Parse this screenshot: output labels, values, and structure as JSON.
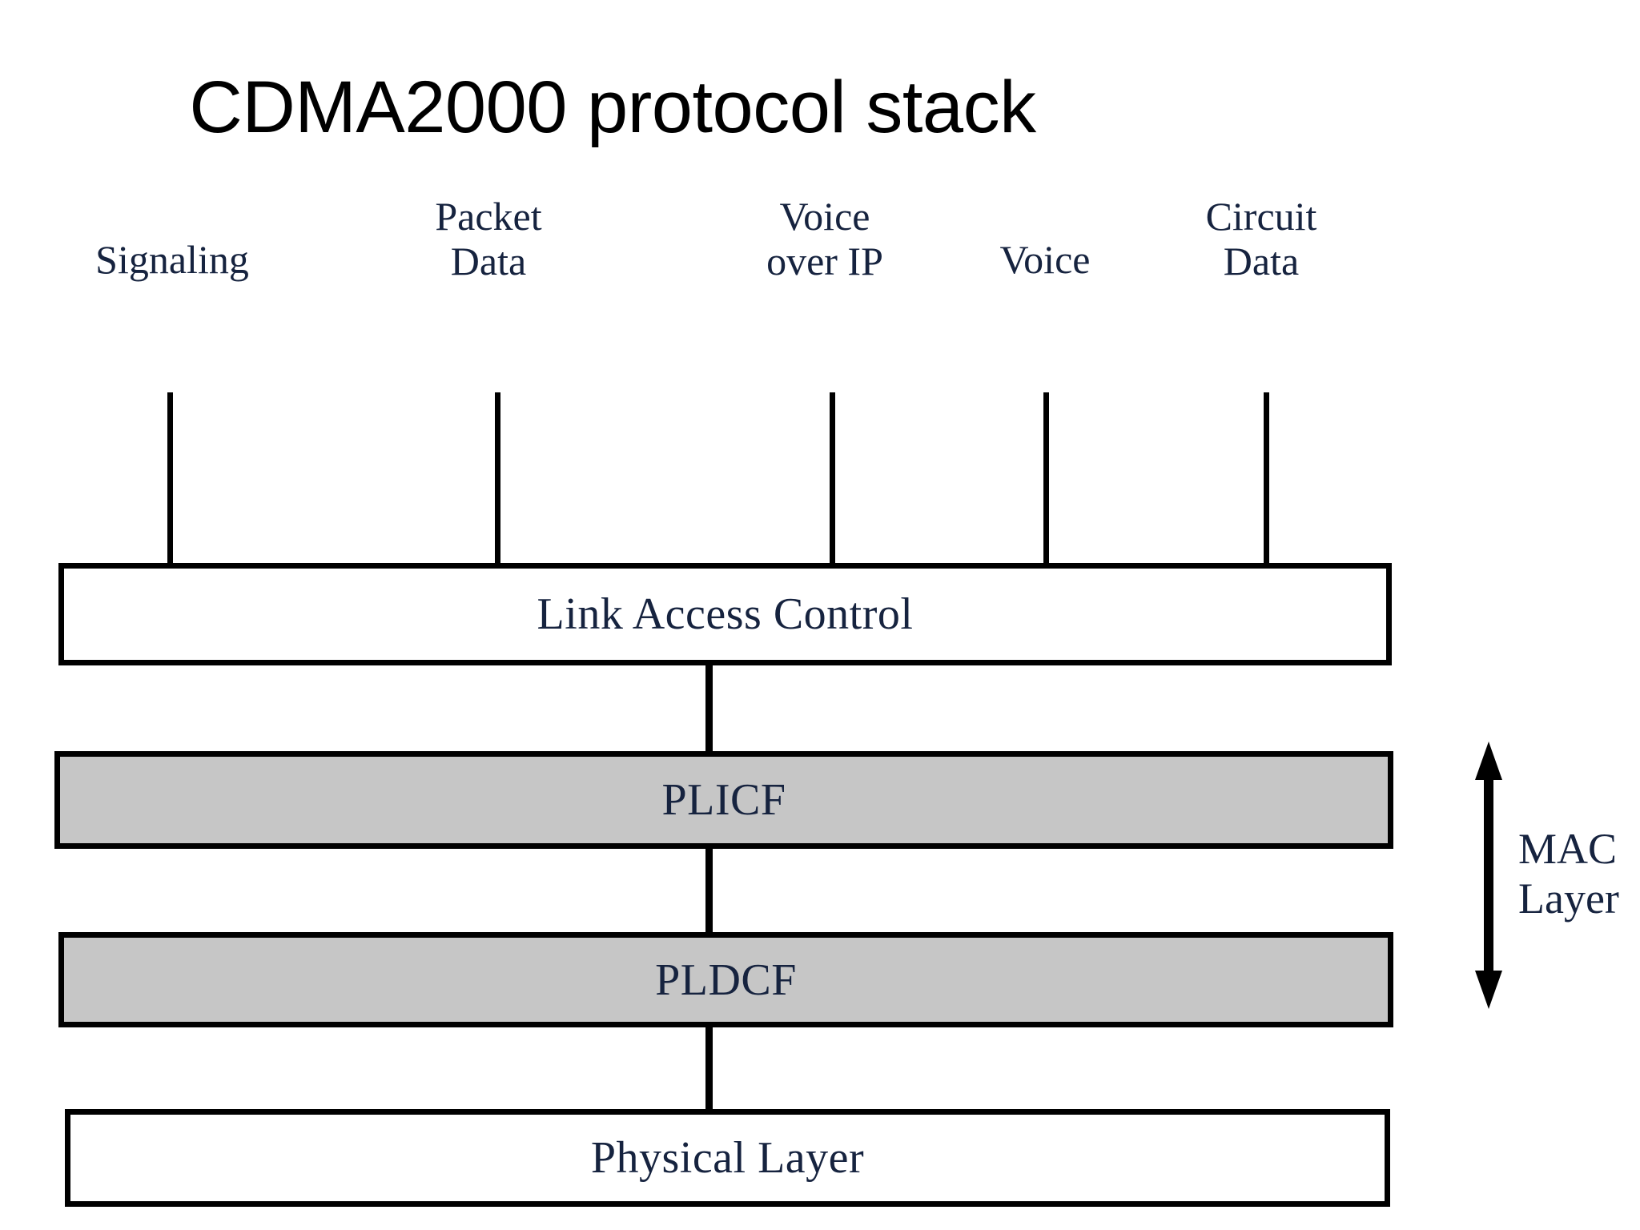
{
  "slide": {
    "title": "CDMA2000 protocol stack",
    "background_color": "#ffffff"
  },
  "colors": {
    "text_navy": "#16233f",
    "title_black": "#000000",
    "box_gray_fill": "#c6c6c6",
    "box_white_fill": "#ffffff",
    "stroke": "#000000"
  },
  "sources": [
    {
      "label": "Signaling",
      "lines": 1
    },
    {
      "label": "Packet\nData",
      "lines": 2
    },
    {
      "label": "Voice\nover IP",
      "lines": 2
    },
    {
      "label": "Voice",
      "lines": 1
    },
    {
      "label": "Circuit\nData",
      "lines": 2
    }
  ],
  "layers": [
    {
      "label": "Link Access Control",
      "fill": "white"
    },
    {
      "label": "PLICF",
      "fill": "gray"
    },
    {
      "label": "PLDCF",
      "fill": "gray"
    },
    {
      "label": "Physical Layer",
      "fill": "white"
    }
  ],
  "annotation": {
    "span_label": "MAC\nLayer",
    "spans_layers": [
      "PLICF",
      "PLDCF"
    ]
  }
}
